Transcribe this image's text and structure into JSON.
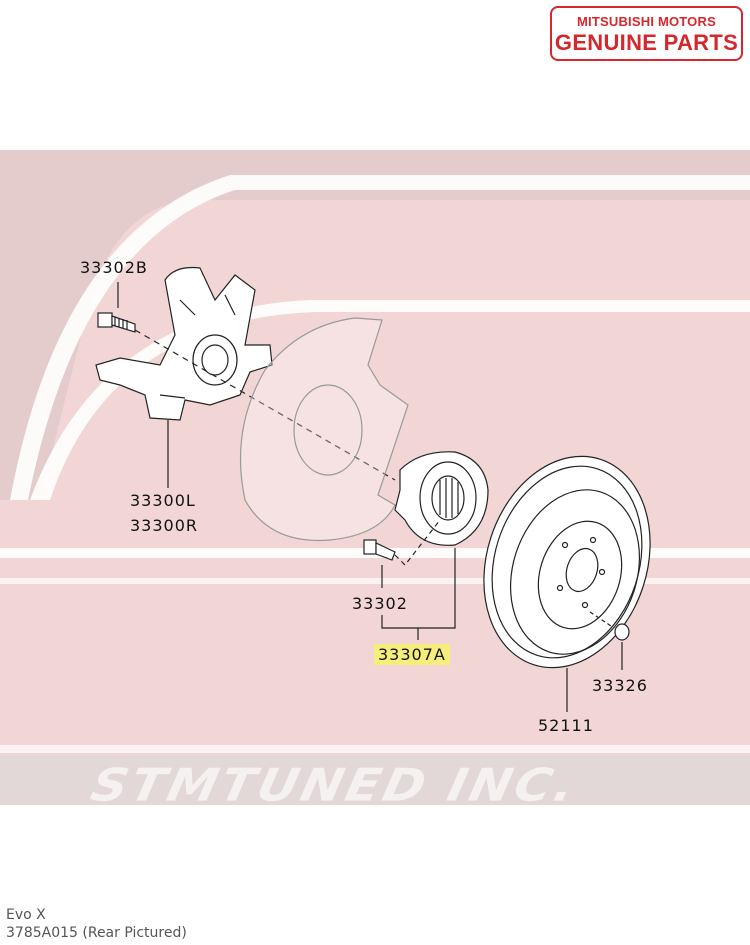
{
  "badge": {
    "line1": "MITSUBISHI MOTORS",
    "line2": "GENUINE PARTS"
  },
  "labels": {
    "bolt_top": "33302B",
    "knuckle_left": "33300L",
    "knuckle_right": "33300R",
    "hub_bolt": "33302",
    "hub_assembly": "33307A",
    "rotor_screw": "33326",
    "rotor": "52111"
  },
  "watermark": "STMTUNED INC.",
  "footer": {
    "model": "Evo X",
    "part_note": "3785A015  (Rear Pictured)"
  },
  "colors": {
    "brand_red": "#d6272c",
    "highlight": "#f6ee7a",
    "background_band": "#f2d6d6"
  }
}
